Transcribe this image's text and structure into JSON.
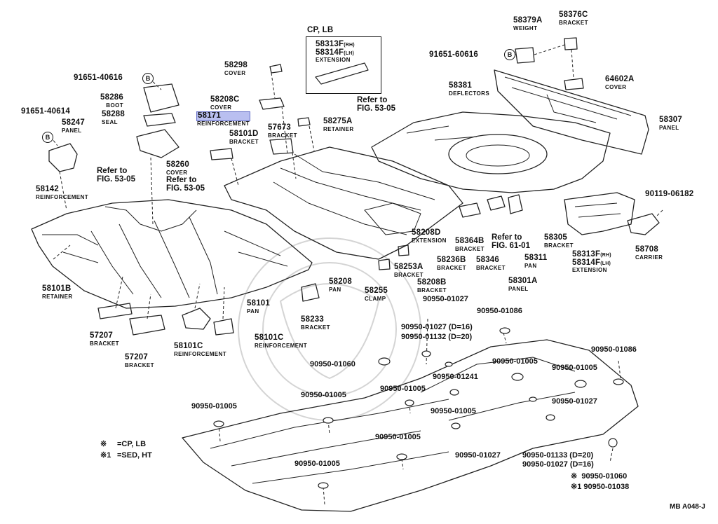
{
  "diagram": {
    "doc_id": "MB A048-J",
    "variant_box_title": "CP, LB",
    "legend": [
      {
        "mark": "※",
        "text": "=CP, LB"
      },
      {
        "mark": "※1",
        "text": "=SED, HT"
      }
    ],
    "circle_letter": "B",
    "parts": {
      "p91651_40616": {
        "number": "91651-40616"
      },
      "p58286": {
        "number": "58286",
        "name": "BOOT"
      },
      "p58288": {
        "number": "58288",
        "name": "SEAL"
      },
      "p91651_40614": {
        "number": "91651-40614"
      },
      "p58247": {
        "number": "58247",
        "name": "PANEL"
      },
      "p58260": {
        "number": "58260",
        "name": "COVER"
      },
      "p58142": {
        "number": "58142",
        "name": "REINFORCEMENT"
      },
      "p58101B": {
        "number": "58101B",
        "name": "RETAINER"
      },
      "p57207a": {
        "number": "57207",
        "name": "BRACKET"
      },
      "p57207b": {
        "number": "57207",
        "name": "BRACKET"
      },
      "p58101C_a": {
        "number": "58101C",
        "name": "REINFORCEMENT"
      },
      "p58101C_b": {
        "number": "58101C",
        "name": "REINFORCEMENT"
      },
      "p58101": {
        "number": "58101",
        "name": "PAN"
      },
      "p58298": {
        "number": "58298",
        "name": "COVER"
      },
      "p58208C": {
        "number": "58208C",
        "name": "COVER"
      },
      "p58171": {
        "number": "58171",
        "name": "REINFORCEMENT"
      },
      "p58101D": {
        "number": "58101D",
        "name": "BRACKET"
      },
      "p57673": {
        "number": "57673",
        "name": "BRACKET"
      },
      "p58275A": {
        "number": "58275A",
        "name": "RETAINER"
      },
      "p58313F_box": {
        "number": "58313F",
        "sub": "(RH)",
        "number2": "58314F",
        "sub2": "(LH)",
        "name": "EXTENSION"
      },
      "p58379A": {
        "number": "58379A",
        "name": "WEIGHT"
      },
      "p58376C": {
        "number": "58376C",
        "name": "BRACKET"
      },
      "p91651_60616": {
        "number": "91651-60616"
      },
      "p58381": {
        "number": "58381",
        "name": "DEFLECTORS"
      },
      "p64602A": {
        "number": "64602A",
        "name": "COVER"
      },
      "p58307": {
        "number": "58307",
        "name": "PANEL"
      },
      "p90119_06182": {
        "number": "90119-06182"
      },
      "p58708": {
        "number": "58708",
        "name": "CARRIER"
      },
      "p58313F": {
        "number": "58313F",
        "sub": "(RH)",
        "number2": "58314F",
        "sub2": "(LH)",
        "name": "EXTENSION"
      },
      "p58305": {
        "number": "58305",
        "name": "BRACKET"
      },
      "p58311": {
        "number": "58311",
        "name": "PAN"
      },
      "p58301A": {
        "number": "58301A",
        "name": "PANEL"
      },
      "p58346": {
        "number": "58346",
        "name": "BRACKET"
      },
      "p58364B": {
        "number": "58364B",
        "name": "BRACKET"
      },
      "p58236B": {
        "number": "58236B",
        "name": "BRACKET"
      },
      "p58208D": {
        "number": "58208D",
        "name": "EXTENSION"
      },
      "p58253A": {
        "number": "58253A",
        "name": "BRACKET"
      },
      "p58208B": {
        "number": "58208B",
        "name": "BRACKET"
      },
      "p58208": {
        "number": "58208",
        "name": "PAN"
      },
      "p58255": {
        "number": "58255",
        "name": "CLAMP"
      },
      "p58233": {
        "number": "58233",
        "name": "BRACKET"
      }
    },
    "refs": {
      "ref1": {
        "line1": "Refer to",
        "line2": "FIG. 53-05"
      },
      "ref2": {
        "line1": "Refer to",
        "line2": "FIG. 53-05"
      },
      "ref3": {
        "line1": "Refer to",
        "line2": "FIG. 53-05"
      },
      "ref4": {
        "line1": "Refer to",
        "line2": "FIG. 61-01"
      }
    },
    "bolts": {
      "b1": "90950-01027",
      "b2": "90950-01086",
      "b3": "90950-01027 (D=16)",
      "b4": "90950-01132 (D=20)",
      "b5": "90950-01086",
      "b6": "90950-01060",
      "b7": "90950-01005",
      "b8": "90950-01005",
      "b9": "90950-01241",
      "b10": "90950-01005",
      "b11": "90950-01005",
      "b12": "90950-01027",
      "b13": "90950-01005",
      "b14": "90950-01005",
      "b15": "90950-01005",
      "b16": "90950-01027",
      "b17": "90950-01133 (D=20)",
      "b18": "90950-01027 (D=16)",
      "b19": "90950-01005",
      "b20": "90950-01060",
      "b21": "90950-01038",
      "b20_mark": "※",
      "b21_mark": "※1"
    }
  }
}
